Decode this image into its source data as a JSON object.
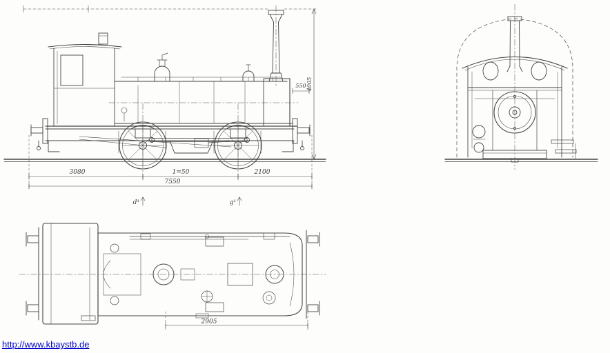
{
  "page": {
    "background": "#fdfdfb",
    "link": {
      "text": "http://www.kbaystb.de",
      "color": "#0000cc"
    }
  },
  "diagram": {
    "subject": "steam tank locomotive three-view technical drawing",
    "views": {
      "side": "side elevation",
      "front": "front elevation",
      "plan": "top plan view"
    },
    "ink_color": "#444444",
    "dims": {
      "side_a": "3080",
      "side_b": "1=50",
      "side_c": "2100",
      "side_total": "7550",
      "stack_offset": "550",
      "overall_height": "4005",
      "plan_length": "2905"
    },
    "markers": {
      "d": "d¹",
      "g": "g¹"
    }
  }
}
